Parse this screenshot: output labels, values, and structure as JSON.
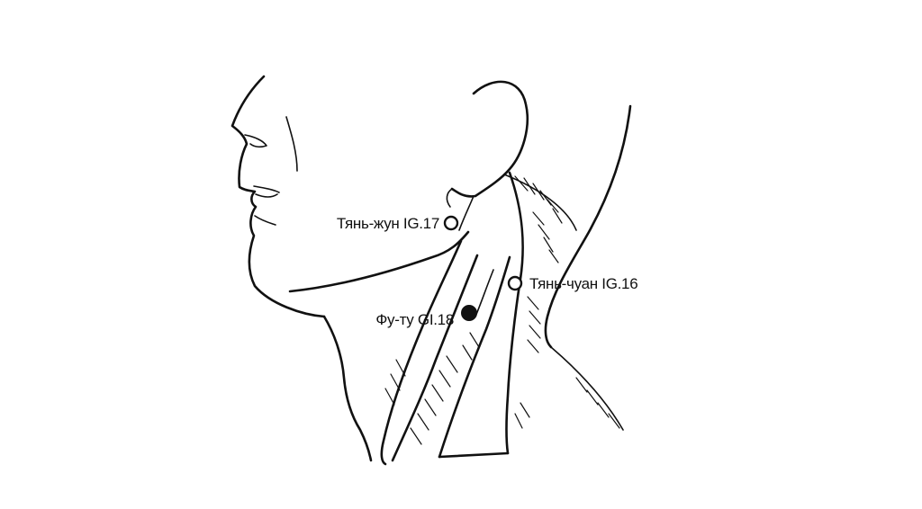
{
  "points": [
    {
      "id": "ig17",
      "label": "Тянь-жун IG.17",
      "marker": "open"
    },
    {
      "id": "ig16",
      "label": "Тянь-чуан IG.16",
      "marker": "open"
    },
    {
      "id": "gi18",
      "label": "Фу-ту GI.18",
      "marker": "filled"
    }
  ],
  "colors": {
    "ink": "#111111",
    "background": "#ffffff"
  }
}
